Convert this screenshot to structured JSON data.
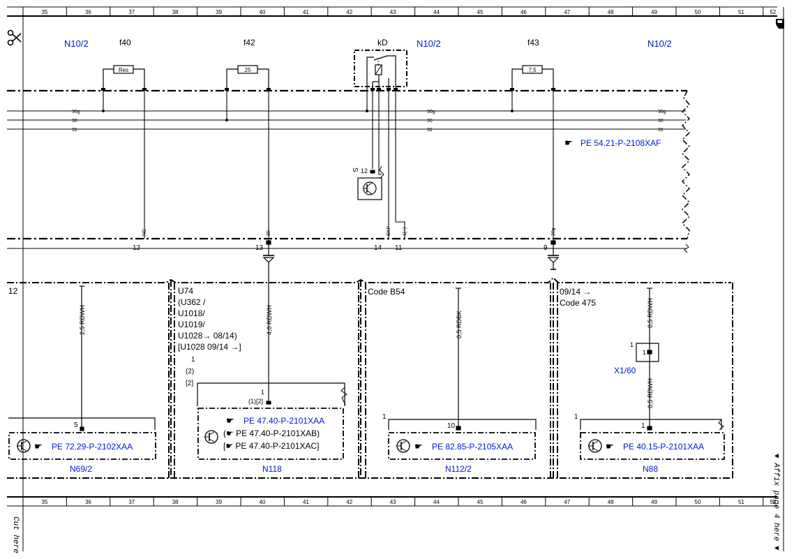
{
  "colors": {
    "blue": "#0018d6",
    "ink": "#000000"
  },
  "ruler": {
    "numbers": [
      "35",
      "36",
      "37",
      "38",
      "39",
      "40",
      "41",
      "42",
      "43",
      "44",
      "45",
      "46",
      "47",
      "48",
      "49",
      "50",
      "51",
      "52"
    ]
  },
  "margin": {
    "cut_here": "Cut here",
    "affix": "▼ Affix page 4 here ▼",
    "scissors_icon": "scissors-icon"
  },
  "top": {
    "n10_left": "N10/2",
    "n10_mid": "N10/2",
    "n10_right": "N10/2",
    "f40": "f40",
    "f42": "f42",
    "f43": "f43",
    "kd": "kD",
    "fuse_f40": "Res",
    "fuse_f42": "25",
    "fuse_f43": "7,5",
    "bus_30g": "30g",
    "bus_30": "30",
    "bus_31": "31",
    "ref": "PE 54.21-P-2108XAF",
    "s_label": "S",
    "s_pin": "12",
    "pin_nc": "NC",
    "pin_30": "30",
    "pin_ekp": "EKP",
    "pin_plus": "1(+)",
    "pin_30g": "30g",
    "pin12": "12",
    "pin13": "13",
    "pin14": "14",
    "pin11": "11",
    "pin9": "9"
  },
  "n69": {
    "pin_top": "12",
    "wire": "2,5 RDWH",
    "pin": "5",
    "ref": "PE 72.29-P-2102XAA",
    "name": "N69/2"
  },
  "n118": {
    "variant_lines": [
      "U74",
      "(U362 /",
      "U1018/",
      "U1019/",
      "U1028→ 08/14)",
      "[U1028  09/14 →]"
    ],
    "pins_lines": [
      "1",
      "(2)",
      "[2]"
    ],
    "wire": "4,0 RDWH",
    "pin_top": "1",
    "pin_sub": "(1)[2]",
    "ref1": "PE 47.40-P-2101XAA",
    "ref2": "(☛ PE 47.40-P-2101XAB)",
    "ref3": "[☛ PE 47.40-P-2101XAC]",
    "name": "N118"
  },
  "n112": {
    "code": "Code B54",
    "wire": "0,5 RDBK",
    "pin_left": "1",
    "pin": "10",
    "ref": "PE 82.85-P-2105XAA",
    "name": "N112/2"
  },
  "n88": {
    "code1": "09/14 →",
    "code2": "Code 475",
    "wire1": "0,5 RDWH",
    "wire2": "0,5 RDWH",
    "x_label": "X1/60",
    "x_pin_l": "1",
    "x_pin": "1",
    "pin_left": "1",
    "pin": "1",
    "ref": "PE 40.15-P-2101XAA",
    "name": "N88"
  }
}
